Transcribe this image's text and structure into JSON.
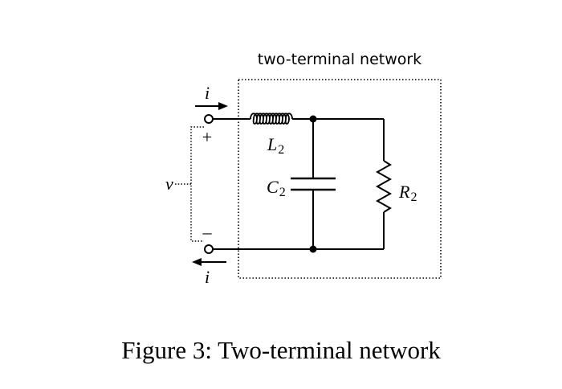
{
  "network_title": "two-terminal network",
  "current_top": "i",
  "current_bottom": "i",
  "voltage": "v",
  "plus_sign": "+",
  "minus_sign": "–",
  "inductor": {
    "letter": "L",
    "sub": "2"
  },
  "capacitor": {
    "letter": "C",
    "sub": "2"
  },
  "resistor": {
    "letter": "R",
    "sub": "2"
  },
  "caption": "Figure 3:  Two-terminal network",
  "colors": {
    "line": "#000000",
    "background": "#ffffff"
  }
}
